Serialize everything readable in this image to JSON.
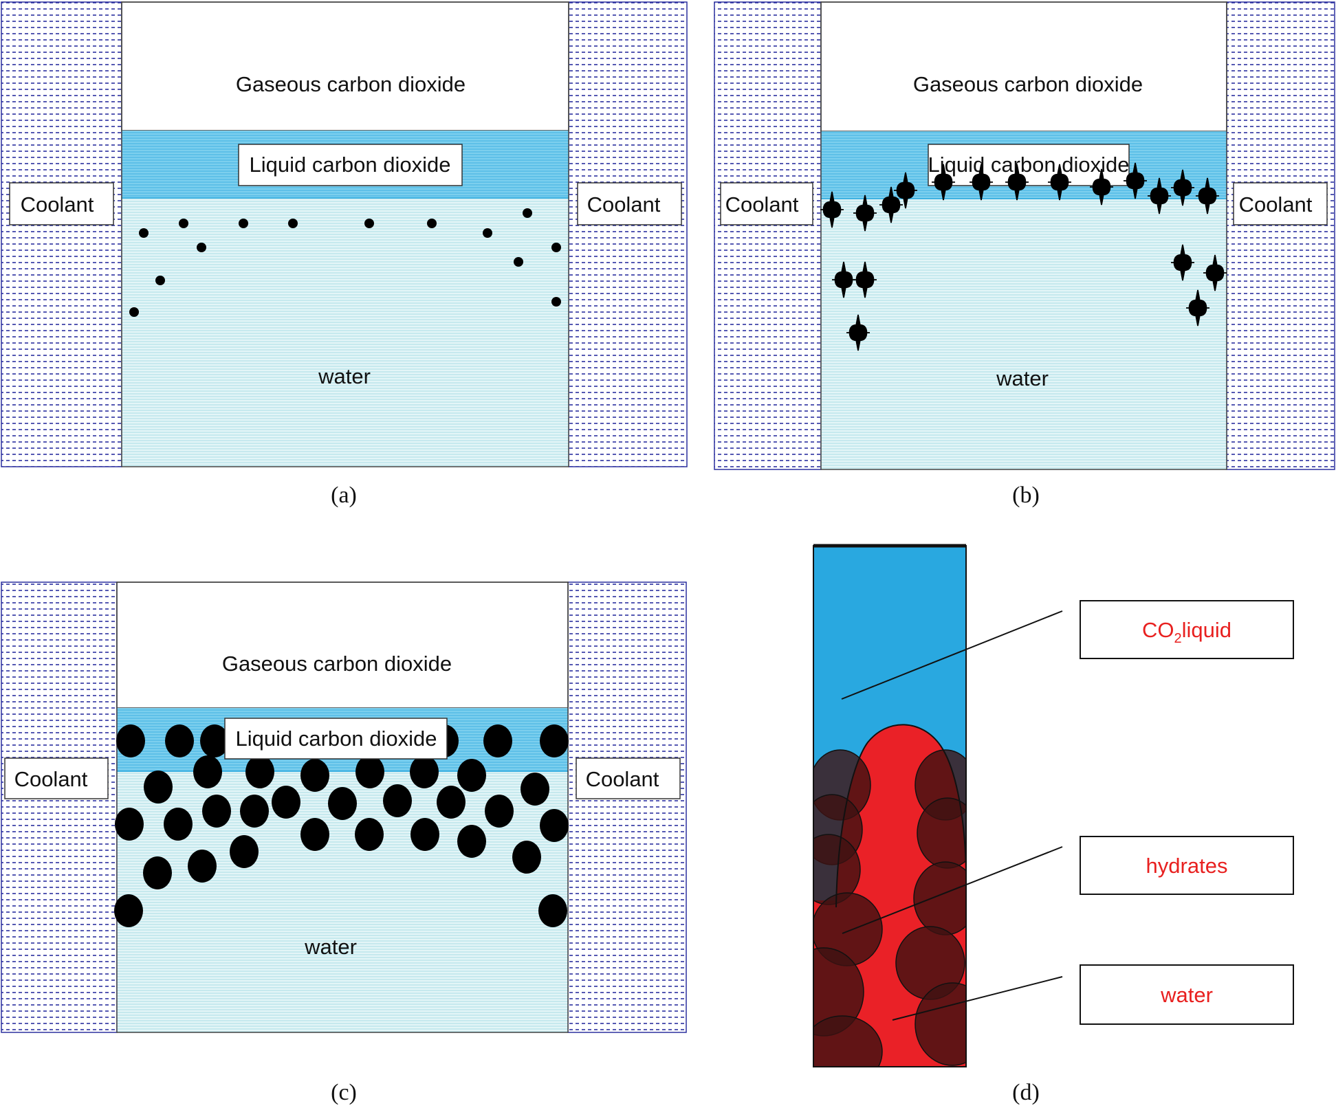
{
  "panels": {
    "a": {
      "caption": "(a)",
      "gas": "Gaseous carbon dioxide",
      "liquid": "Liquid carbon dioxide",
      "water": "water",
      "coolant_left": "Coolant",
      "coolant_right": "Coolant"
    },
    "b": {
      "caption": "(b)",
      "gas": "Gaseous carbon dioxide",
      "liquid": "Liquid carbon dioxide",
      "water": "water",
      "coolant_left": "Coolant",
      "coolant_right": "Coolant"
    },
    "c": {
      "caption": "(c)",
      "gas": "Gaseous carbon dioxide",
      "liquid": "Liquid carbon dioxide",
      "water": "water",
      "coolant_left": "Coolant",
      "coolant_right": "Coolant"
    },
    "d": {
      "caption": "(d)",
      "co2_prefix": "CO",
      "co2_sub": "2",
      "co2_suffix": "liquid",
      "hydrates": "hydrates",
      "water": "water"
    }
  },
  "colors": {
    "liquid_co2": "#5bc2ea",
    "water": "#d6f0f4",
    "coolant_dash": "#2a2f9e",
    "hydrate_dark": "#3e1212",
    "d_blue": "#29a8e0",
    "d_red": "#ea2127",
    "d_label_text": "#e8201f"
  }
}
